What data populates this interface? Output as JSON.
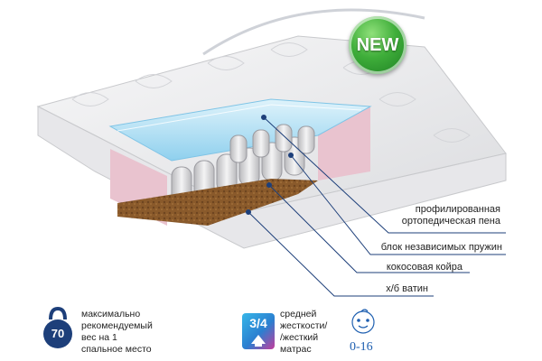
{
  "badge": {
    "text": "NEW",
    "color": "#3fae3a"
  },
  "layers": [
    {
      "label": "профилированная\nортопедическая пена"
    },
    {
      "label": "блок независимых пружин"
    },
    {
      "label": "кокосовая койра"
    },
    {
      "label": "х/б ватин"
    }
  ],
  "specs": {
    "weight": {
      "value": "70",
      "text": "максимально\nрекомендуемый\nвес на 1\nспальное место",
      "icon": "kettlebell-icon"
    },
    "stiffness": {
      "value": "3/4",
      "text": "средней\nжесткости/\n/жесткий\nматрас",
      "icon": "stiffness-icon"
    },
    "age": {
      "value": "0-16",
      "icon": "child-face-icon"
    }
  },
  "colors": {
    "line": "#1d3f7a",
    "accent_blue": "#1e5fb0",
    "coir": "#8a5a2b",
    "pink": "#e9c3cf"
  }
}
